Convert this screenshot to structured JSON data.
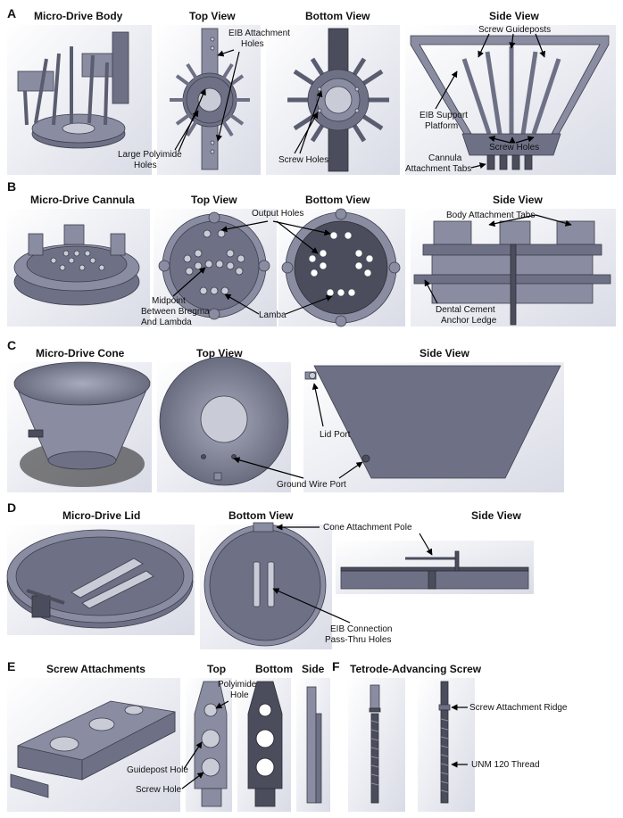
{
  "panels": {
    "A": {
      "letter": "A",
      "titles": [
        "Micro-Drive Body",
        "Top View",
        "Bottom View",
        "Side View"
      ],
      "labels": {
        "eib_attachment_holes": [
          "EIB Attachment",
          "Holes"
        ],
        "large_polyimide_holes": [
          "Large Polyimide",
          "Holes"
        ],
        "screw_holes_bottom": "Screw Holes",
        "screw_guideposts": "Screw Guideposts",
        "eib_support_platform": [
          "EIB Support",
          "Platform"
        ],
        "screw_holes_side": "Screw Holes",
        "cannula_attachment_tabs": [
          "Cannula",
          "Attachment Tabs"
        ]
      }
    },
    "B": {
      "letter": "B",
      "titles": [
        "Micro-Drive Cannula",
        "Top View",
        "Bottom View",
        "Side View"
      ],
      "labels": {
        "output_holes": "Output Holes",
        "body_attachment_tabs": "Body Attachment Tabs",
        "midpoint": [
          "Midpoint",
          "Between Bregma",
          "And Lambda"
        ],
        "lamba": "Lamba",
        "dental_cement": [
          "Dental Cement",
          "Anchor Ledge"
        ]
      }
    },
    "C": {
      "letter": "C",
      "titles": [
        "Micro-Drive Cone",
        "Top View",
        "Side View"
      ],
      "labels": {
        "lid_port": "Lid Port",
        "ground_wire_port": "Ground Wire Port"
      }
    },
    "D": {
      "letter": "D",
      "titles": [
        "Micro-Drive Lid",
        "Bottom View",
        "Side View"
      ],
      "labels": {
        "cone_attachment_pole": "Cone Attachment Pole",
        "eib_connection": [
          "EIB Connection",
          "Pass-Thru Holes"
        ]
      }
    },
    "E": {
      "letter": "E",
      "titles": [
        "Screw Attachments",
        "Top",
        "Bottom",
        "Side"
      ],
      "labels": {
        "polyimide_hole": [
          "Polyimide",
          "Hole"
        ],
        "guidepost_hole": "Guidepost Hole",
        "screw_hole": "Screw Hole"
      }
    },
    "F": {
      "letter": "F",
      "titles": [
        "Tetrode-Advancing Screw"
      ],
      "labels": {
        "screw_attachment_ridge": "Screw Attachment Ridge",
        "unm_thread": "UNM 120 Thread"
      }
    }
  }
}
